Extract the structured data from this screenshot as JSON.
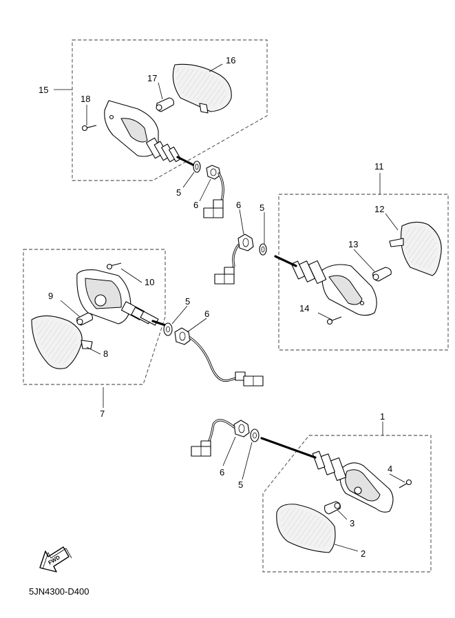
{
  "diagram_code": "5JN4300-D400",
  "fwd_label": "FWD",
  "callouts": {
    "c1": "1",
    "c2": "2",
    "c3": "3",
    "c4": "4",
    "c5a": "5",
    "c5b": "5",
    "c5c": "5",
    "c5d": "5",
    "c6a": "6",
    "c6b": "6",
    "c6c": "6",
    "c6d": "6",
    "c7": "7",
    "c8": "8",
    "c9": "9",
    "c10": "10",
    "c11": "11",
    "c12": "12",
    "c13": "13",
    "c14": "14",
    "c15": "15",
    "c16": "16",
    "c17": "17",
    "c18": "18"
  }
}
